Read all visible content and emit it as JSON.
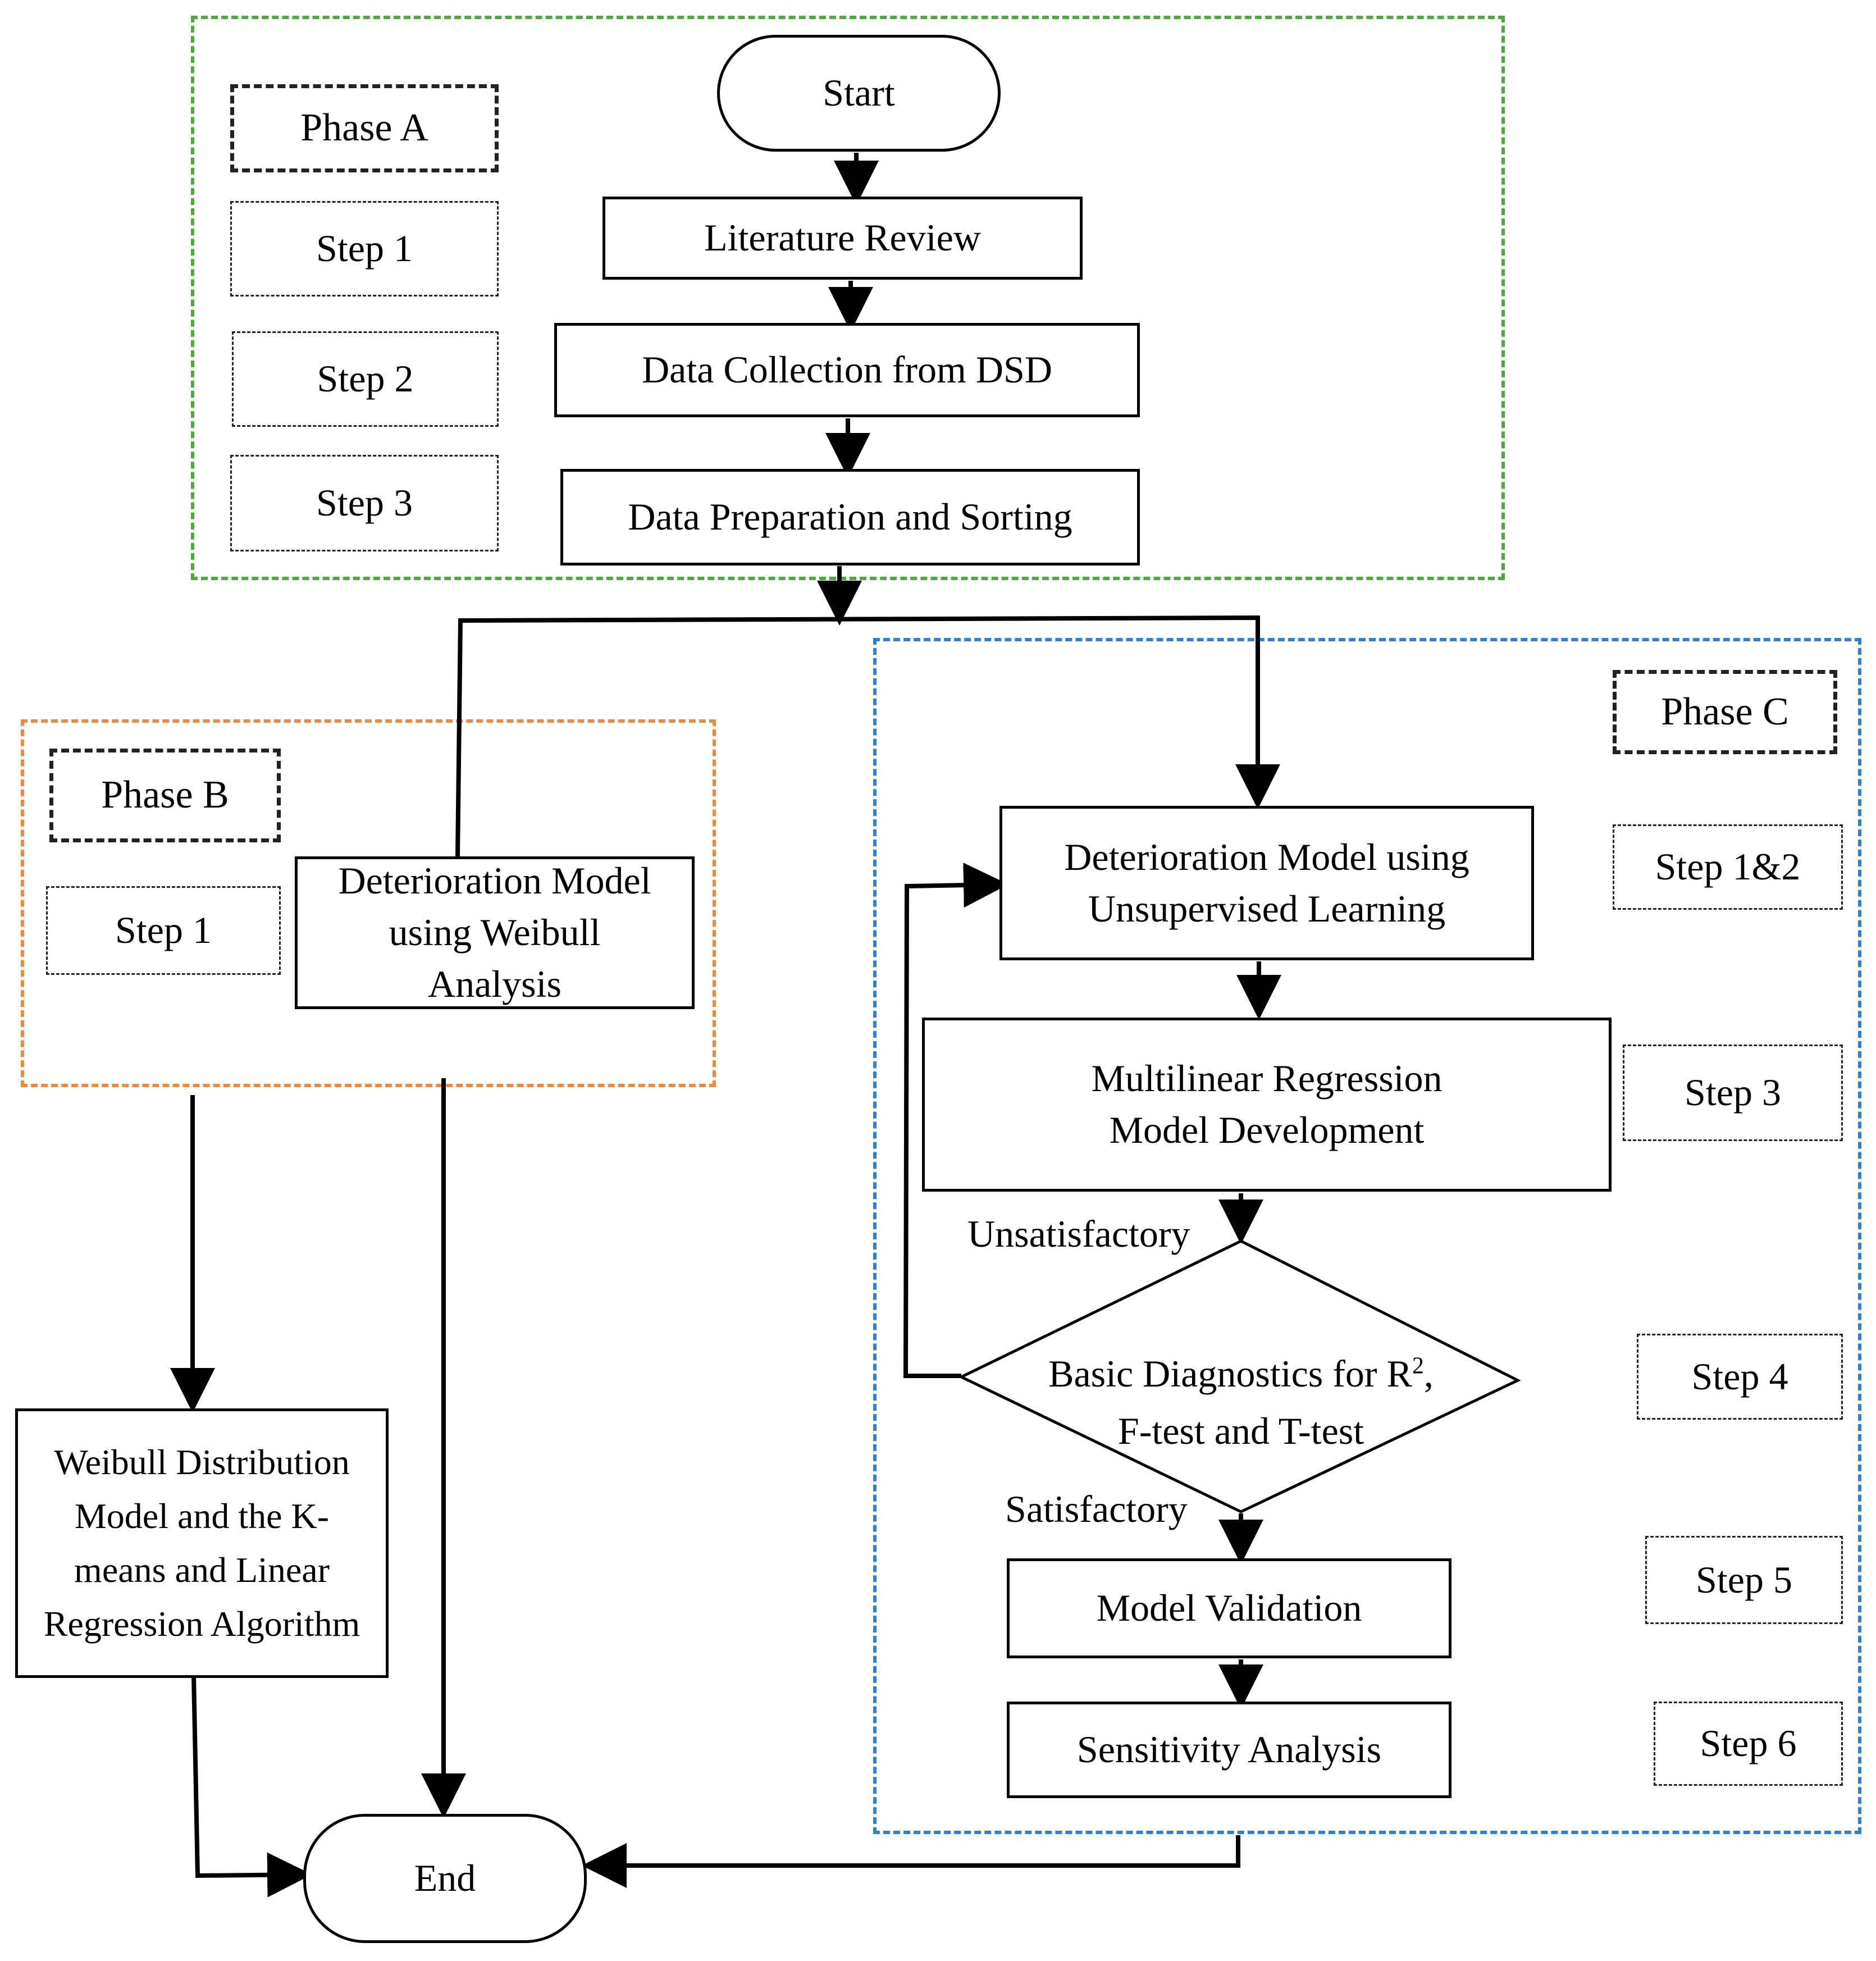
{
  "phase_a": {
    "label": "Phase A",
    "steps": [
      "Step 1",
      "Step 2",
      "Step 3"
    ],
    "border_color": "#4aaa3a"
  },
  "phase_b": {
    "label": "Phase B",
    "steps": [
      "Step 1"
    ],
    "border_color": "#f08a3a"
  },
  "phase_c": {
    "label": "Phase C",
    "steps": [
      "Step 1&2",
      "Step 3",
      "Step 4",
      "Step 5",
      "Step 6"
    ],
    "border_color": "#2f7fd6"
  },
  "nodes": {
    "start": "Start",
    "literature_review": "Literature Review",
    "data_collection": "Data Collection from DSD",
    "data_preparation": "Data Preparation and Sorting",
    "weibull_deterioration": "Deterioration Model using Weibull Analysis",
    "unsupervised_deterioration": "Deterioration Model using Unsupervised Learning",
    "multilinear_regression": "Multilinear Regression Model Development",
    "diagnostics_line1": "Basic Diagnostics for R",
    "diagnostics_sup": "2",
    "diagnostics_line1_end": ",",
    "diagnostics_line2": "F-test and T-test",
    "model_validation": "Model Validation",
    "sensitivity_analysis": "Sensitivity Analysis",
    "weibull_distribution": "Weibull Distribution Model and the K-means and Linear Regression Algorithm",
    "end": "End"
  },
  "edge_labels": {
    "unsatisfactory": "Unsatisfactory",
    "satisfactory": "Satisfactory"
  }
}
